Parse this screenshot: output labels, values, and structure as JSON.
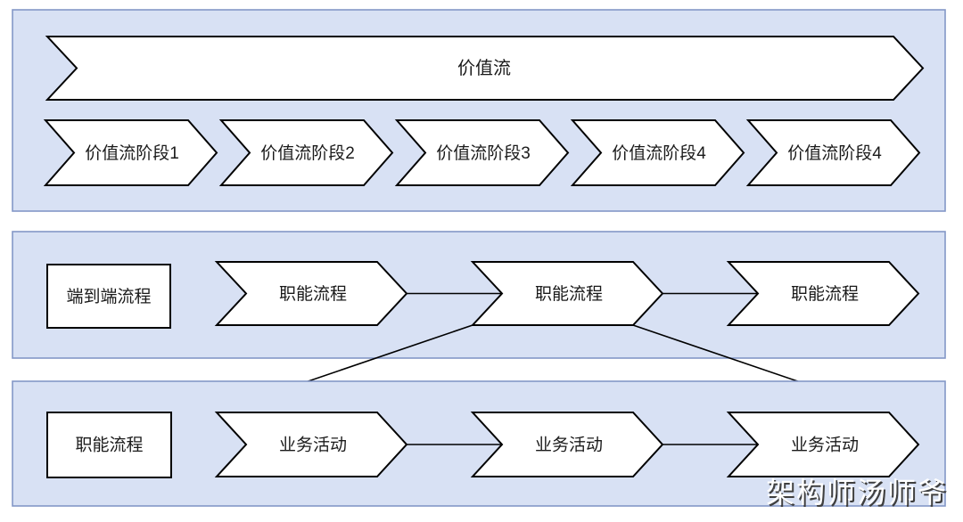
{
  "colors": {
    "band_fill": "#D8E1F4",
    "band_border": "#8497C7",
    "shape_fill": "#FFFFFF",
    "shape_stroke": "#000000",
    "text": "#1A1A1A",
    "watermark_fill": "#FFFFFF",
    "watermark_shadow": "#3F3F3F"
  },
  "value_stream_band": {
    "title": "价值流",
    "stages": [
      "价值流阶段1",
      "价值流阶段2",
      "价值流阶段3",
      "价值流阶段4",
      "价值流阶段4"
    ]
  },
  "process_band": {
    "label": "端到端流程",
    "processes": [
      "职能流程",
      "职能流程",
      "职能流程"
    ]
  },
  "activity_band": {
    "label": "职能流程",
    "activities": [
      "业务活动",
      "业务活动",
      "业务活动"
    ]
  },
  "watermark": "架构师汤师爷"
}
